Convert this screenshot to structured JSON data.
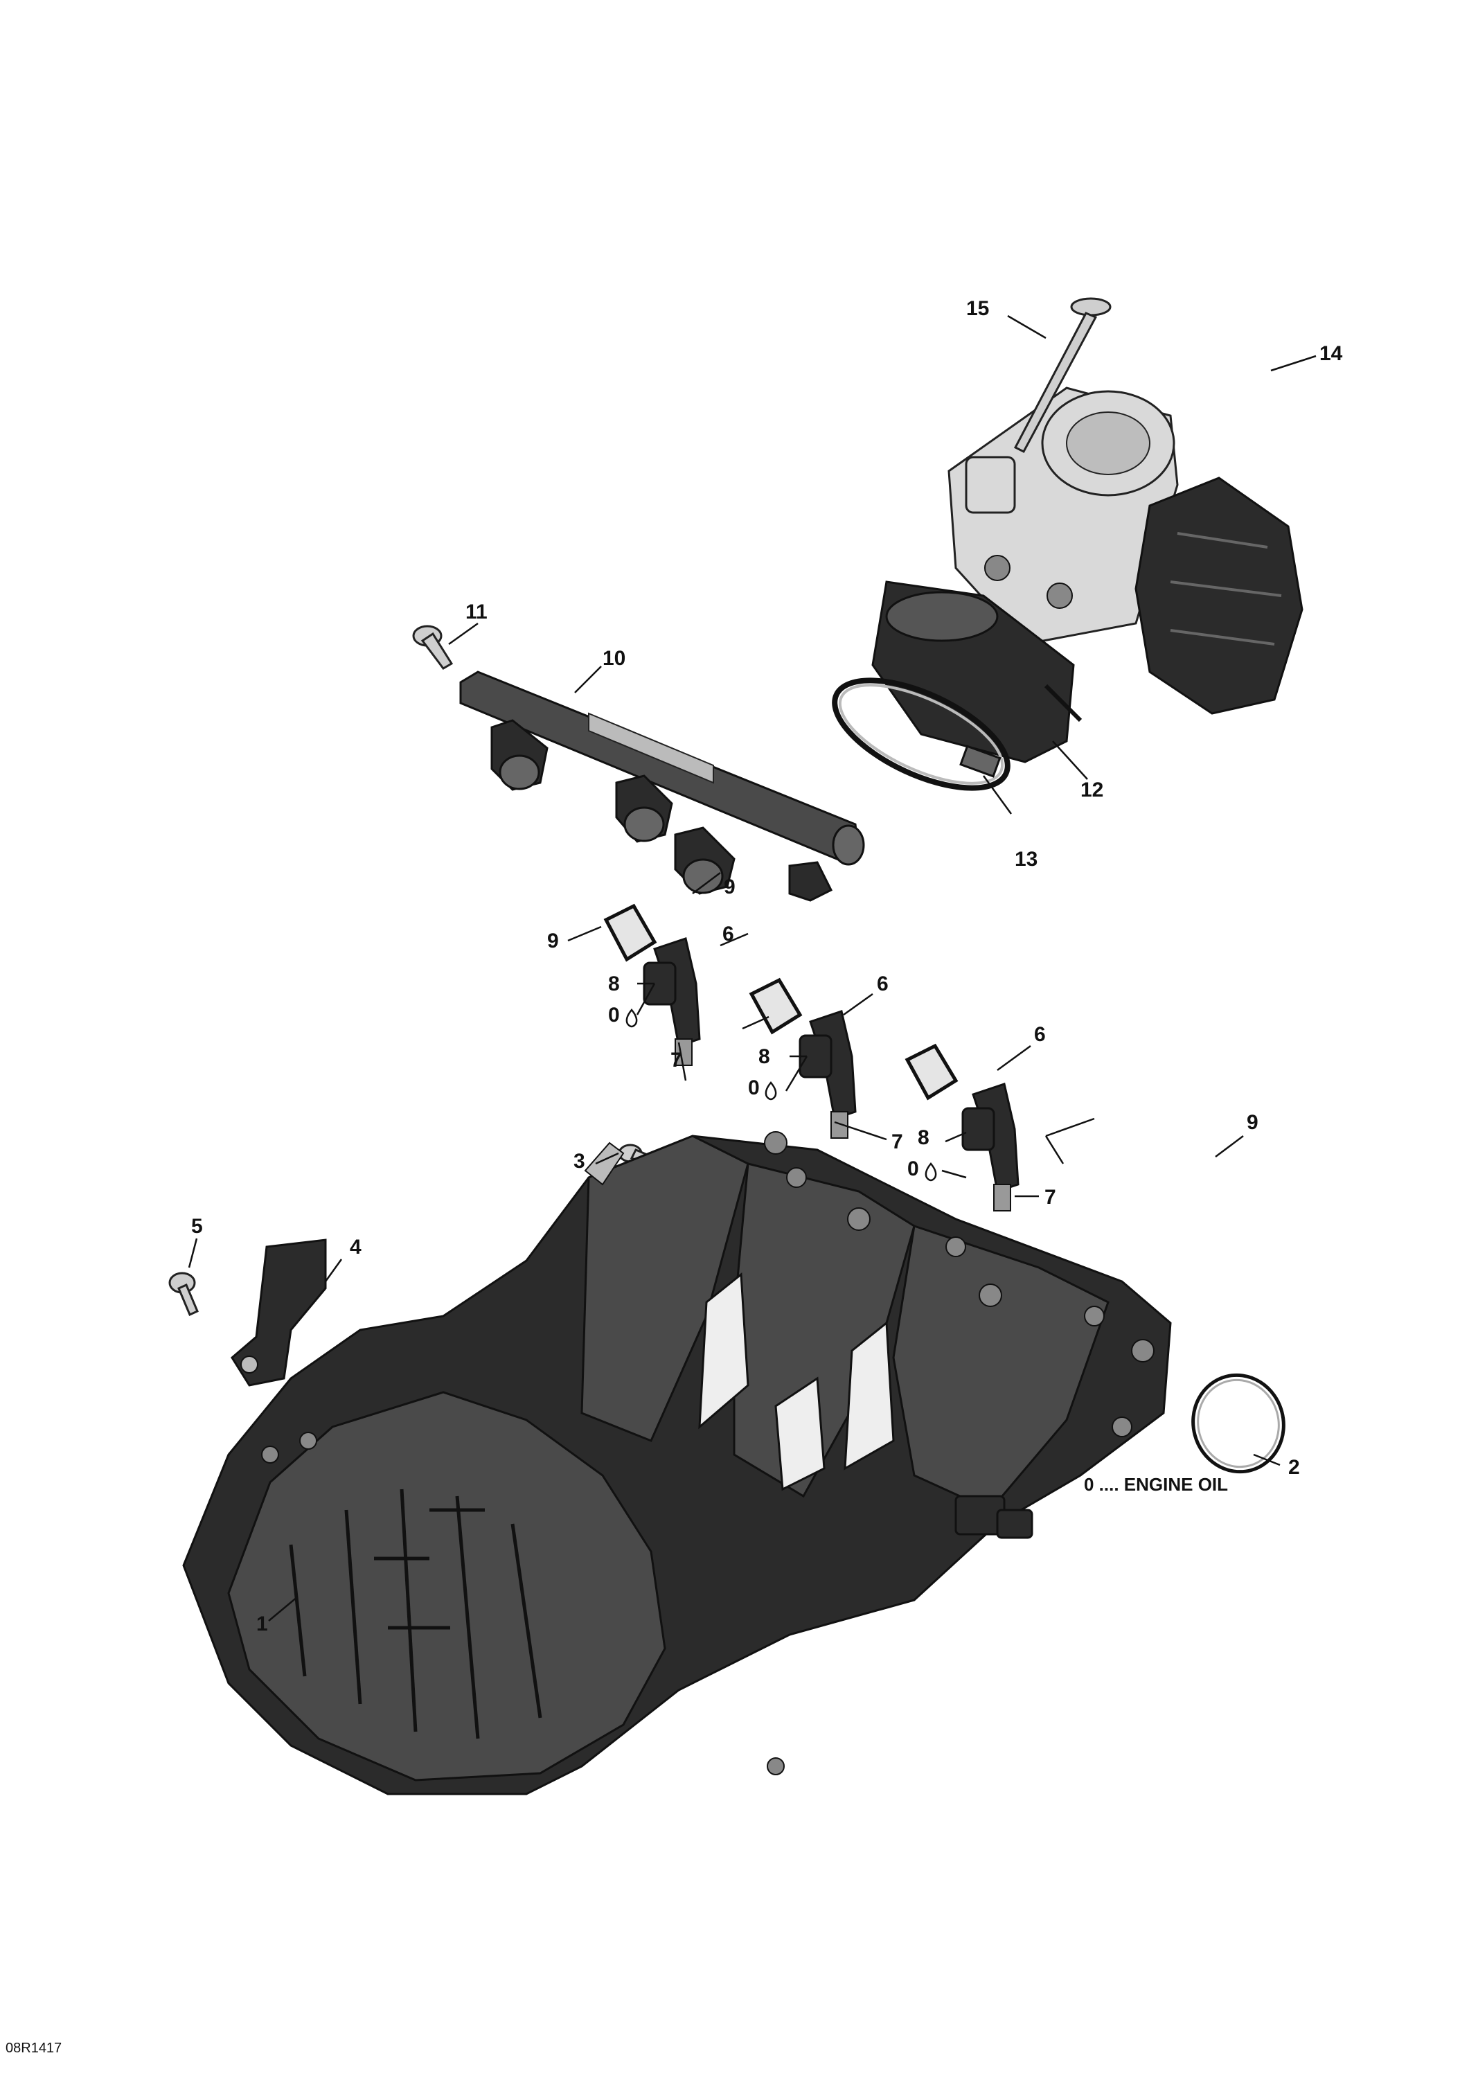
{
  "legend": {
    "engine_oil": "0 .... ENGINE OIL"
  },
  "reference_code": "08R1417",
  "callouts": {
    "c1": "1",
    "c2": "2",
    "c3": "3",
    "c4": "4",
    "c5": "5",
    "c6a": "6",
    "c6b": "6",
    "c6c": "6",
    "c7a": "7",
    "c7b": "7",
    "c7c": "7",
    "c8a": "8",
    "c8b": "8",
    "c8c": "8",
    "c9a": "9",
    "c9b": "9",
    "c9c": "9",
    "c10": "10",
    "c11": "11",
    "c12": "12",
    "c13": "13",
    "c14": "14",
    "c15": "15",
    "oil_a": "0",
    "oil_b": "0",
    "oil_c": "0"
  }
}
